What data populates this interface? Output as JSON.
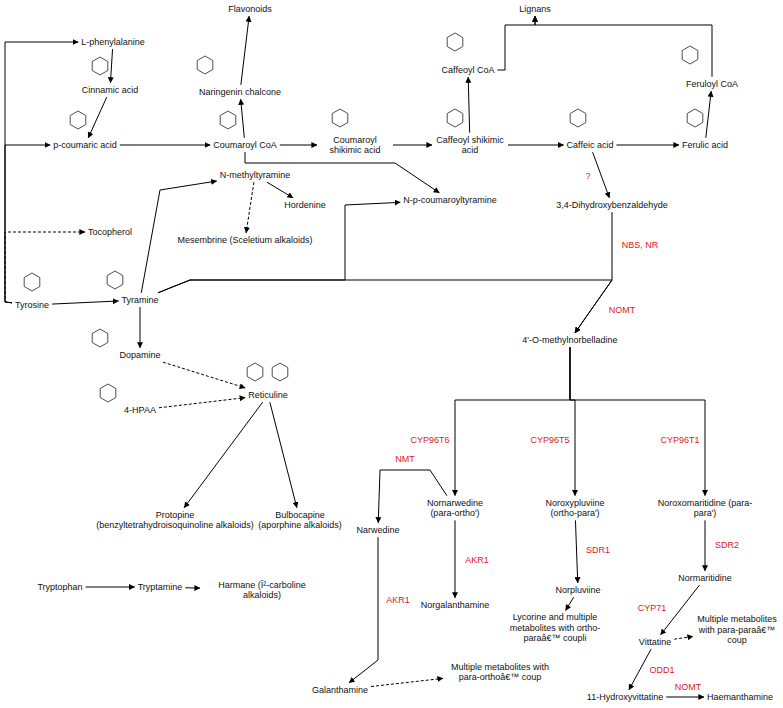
{
  "diagram": {
    "nodes": [
      {
        "text": [
          "Flavonoids"
        ]
      },
      {
        "text": [
          "Lignans"
        ]
      },
      {
        "text": [
          "L-phenylalanine"
        ]
      },
      {
        "text": [
          "Naringenin chalcone"
        ]
      },
      {
        "text": [
          "Caffeoyl CoA"
        ]
      },
      {
        "text": [
          "Feruloyl CoA"
        ]
      },
      {
        "text": [
          "Cinnamic acid"
        ]
      },
      {
        "text": [
          "p-coumaric acid"
        ]
      },
      {
        "text": [
          "Coumaroyl CoA"
        ]
      },
      {
        "text": [
          "Coumaroyl shikimic acid"
        ]
      },
      {
        "text": [
          "Caffeoyl shikimic acid"
        ]
      },
      {
        "text": [
          "Caffeic acid"
        ]
      },
      {
        "text": [
          "Ferulic acid"
        ]
      },
      {
        "text": [
          "3,4-Dihydroxybenzaldehyde"
        ]
      },
      {
        "text": [
          "N-p-coumaroyltyramine"
        ]
      },
      {
        "text": [
          "Tocopherol"
        ]
      },
      {
        "text": [
          "N-methyltyramine"
        ]
      },
      {
        "text": [
          "Mesembrine (Sceletium alkaloids)"
        ]
      },
      {
        "text": [
          "Hordenine"
        ]
      },
      {
        "text": [
          "Tyrosine"
        ]
      },
      {
        "text": [
          "Tyramine"
        ]
      },
      {
        "text": [
          "4'-O-methylnorbelladine"
        ]
      },
      {
        "text": [
          "Dopamine"
        ]
      },
      {
        "text": [
          "4-HPAA"
        ]
      },
      {
        "text": [
          "Reticuline"
        ]
      },
      {
        "text": [
          "Protopine (benzyltetrahydroisoquinoline alkaloids)"
        ]
      },
      {
        "text": [
          "Bulbocapine (aporphine alkaloids)"
        ]
      },
      {
        "text": [
          "Narwedine"
        ]
      },
      {
        "text": [
          "Nornarwedine (para-ortho')"
        ]
      },
      {
        "text": [
          "Norgalanthamine"
        ]
      },
      {
        "text": [
          "Noroxypluviine (ortho-para')"
        ]
      },
      {
        "text": [
          "Norpluviine"
        ]
      },
      {
        "text": [
          "Lycorine and multiple metabolites with ortho-paraâ€™ coupli"
        ]
      },
      {
        "text": [
          "Noroxomaritidine (para-para')"
        ]
      },
      {
        "text": [
          "Normaritidine"
        ]
      },
      {
        "text": [
          "Vittatine"
        ]
      },
      {
        "text": [
          "Multiple metabolites with para-paraâ€™ coup"
        ]
      },
      {
        "text": [
          "11-Hydroxyvittatine"
        ]
      },
      {
        "text": [
          "Haemanthamine"
        ]
      },
      {
        "text": [
          "Galanthamine"
        ]
      },
      {
        "text": [
          "Multiple metabolites with para-orthoâ€™ coup"
        ]
      },
      {
        "text": [
          "Tryptophan"
        ]
      },
      {
        "text": [
          "Tryptamine"
        ]
      },
      {
        "text": [
          "Harmane (Î²-carboline alkaloids)"
        ]
      }
    ],
    "edges": [
      {
        "from": 2,
        "to": 6,
        "arrow": "to"
      },
      {
        "from": 6,
        "to": 7,
        "arrow": "to"
      },
      {
        "from": 7,
        "to": 8,
        "arrow": "to"
      },
      {
        "from": 8,
        "to": 3,
        "arrow": "to"
      },
      {
        "from": 3,
        "to": 0,
        "arrow": "to"
      },
      {
        "from": 8,
        "to": 9,
        "arrow": "to"
      },
      {
        "from": 9,
        "to": 10,
        "arrow": "to"
      },
      {
        "from": 10,
        "to": 4,
        "arrow": "to"
      },
      {
        "from": 10,
        "to": 11,
        "arrow": "to"
      },
      {
        "from": 11,
        "to": 12,
        "arrow": "to"
      },
      {
        "from": 12,
        "to": 5,
        "arrow": "to"
      },
      {
        "from": 4,
        "to": 1,
        "arrow": "to"
      },
      {
        "from": 5,
        "to": 1,
        "arrow": "to"
      },
      {
        "from": 11,
        "to": 13,
        "arrow": "to"
      },
      {
        "from": 8,
        "to": 14,
        "arrow": "to"
      },
      {
        "from": 20,
        "to": 14,
        "arrow": "to"
      },
      {
        "from": 19,
        "to": 2,
        "arrow": "to"
      },
      {
        "from": 19,
        "to": 7,
        "arrow": "to"
      },
      {
        "from": 19,
        "to": 15,
        "arrow": "to"
      },
      {
        "from": 19,
        "to": 20,
        "arrow": "to"
      },
      {
        "from": 20,
        "to": 16,
        "arrow": "to"
      },
      {
        "from": 16,
        "to": 18,
        "arrow": "to"
      },
      {
        "from": 16,
        "to": 17,
        "arrow": "to"
      },
      {
        "from": 20,
        "to": 22,
        "arrow": "to"
      },
      {
        "from": 22,
        "to": 24,
        "arrow": "to"
      },
      {
        "from": 23,
        "to": 24,
        "arrow": "to"
      },
      {
        "from": 24,
        "to": 25,
        "arrow": "to"
      },
      {
        "from": 24,
        "to": 26,
        "arrow": "to"
      },
      {
        "from": 13,
        "to": 21,
        "arrow": "to"
      },
      {
        "from": 20,
        "to": 21,
        "arrow": "to"
      },
      {
        "from": 21,
        "to": 28,
        "arrow": "to"
      },
      {
        "from": 21,
        "to": 30,
        "arrow": "to"
      },
      {
        "from": 21,
        "to": 33,
        "arrow": "to"
      },
      {
        "from": 28,
        "to": 27,
        "arrow": "to"
      },
      {
        "from": 28,
        "to": 29,
        "arrow": "to"
      },
      {
        "from": 27,
        "to": 39,
        "arrow": "to"
      },
      {
        "from": 39,
        "to": 40,
        "arrow": "to"
      },
      {
        "from": 30,
        "to": 31,
        "arrow": "to"
      },
      {
        "from": 31,
        "to": 32,
        "arrow": "to"
      },
      {
        "from": 33,
        "to": 34,
        "arrow": "to"
      },
      {
        "from": 34,
        "to": 35,
        "arrow": "to"
      },
      {
        "from": 35,
        "to": 36,
        "arrow": "to"
      },
      {
        "from": 35,
        "to": 37,
        "arrow": "to"
      },
      {
        "from": 37,
        "to": 38,
        "arrow": "to"
      },
      {
        "from": 41,
        "to": 42,
        "arrow": "to"
      },
      {
        "from": 42,
        "to": 43,
        "arrow": "to"
      }
    ],
    "labels": [
      "?",
      "NBS, NR",
      "NOMT",
      "CYP96T6",
      "CYP96T5",
      "CYP96T1",
      "NMT",
      "AKR1",
      "AKR1",
      "SDR1",
      "SDR2",
      "CYP71",
      "ODD1",
      "NOMT"
    ]
  }
}
